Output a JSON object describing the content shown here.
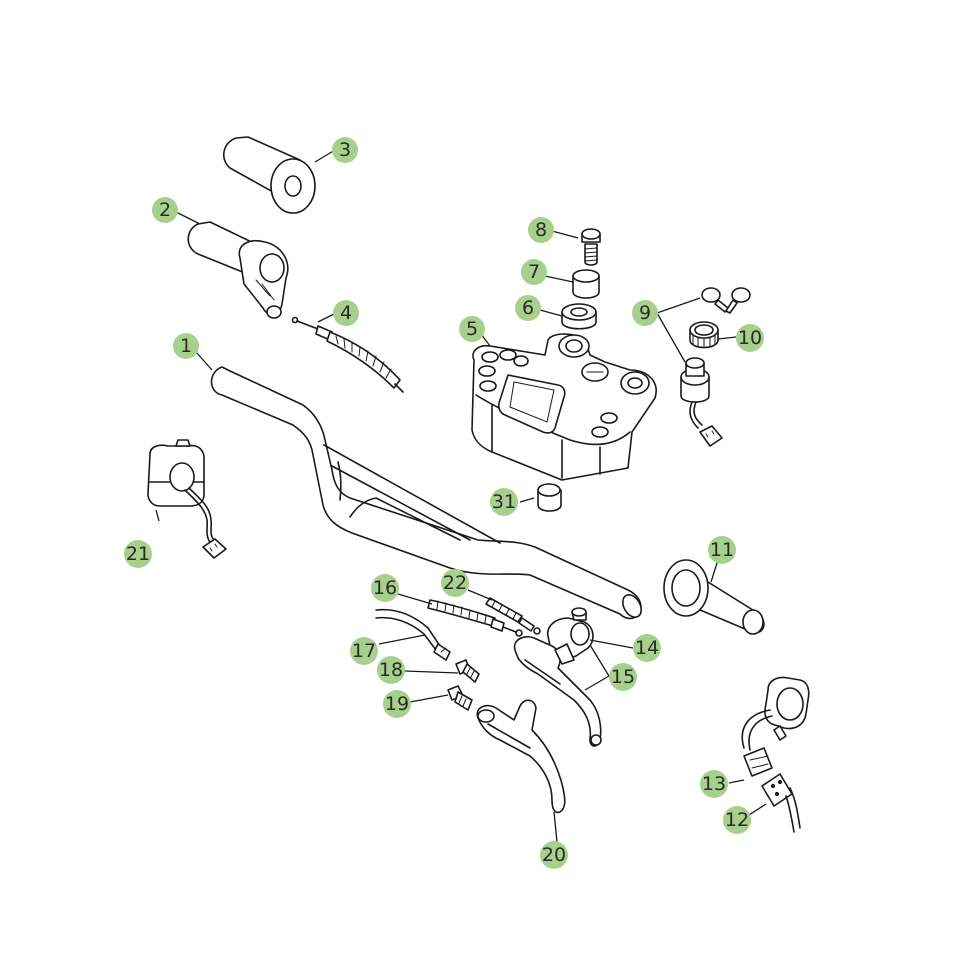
{
  "diagram": {
    "badge_color": "#a8d08d",
    "line_color": "#1a1a1a",
    "labels": {
      "p1": "1",
      "p2": "2",
      "p3": "3",
      "p4": "4",
      "p5": "5",
      "p6": "6",
      "p7": "7",
      "p8": "8",
      "p9": "9",
      "p10": "10",
      "p11": "11",
      "p12": "12",
      "p13": "13",
      "p14": "14",
      "p15": "15",
      "p16": "16",
      "p17": "17",
      "p18": "18",
      "p19": "19",
      "p20": "20",
      "p21": "21",
      "p22": "22",
      "p31": "31"
    }
  }
}
